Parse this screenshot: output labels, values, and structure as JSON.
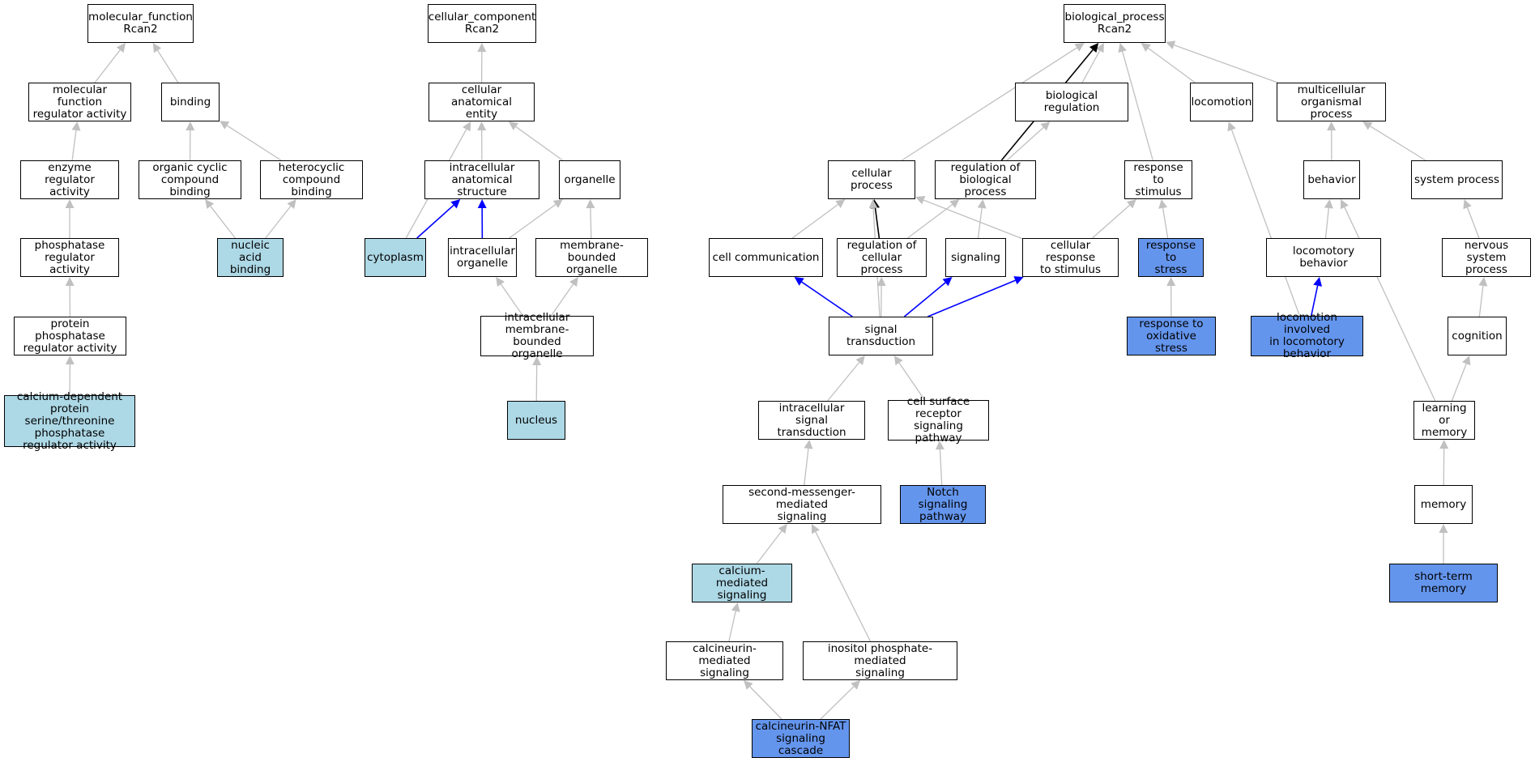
{
  "colors": {
    "default": "#ffffff",
    "light": "#add8e6",
    "dark": "#6495ed",
    "edge_gray": "#c0c0c0",
    "edge_black": "#000000",
    "edge_blue": "#0000ff"
  },
  "nodes": {
    "mf_root": {
      "label": "molecular_function\nRcan2",
      "fill": "default"
    },
    "mf_reg": {
      "label": "molecular function\nregulator activity",
      "fill": "default"
    },
    "binding": {
      "label": "binding",
      "fill": "default"
    },
    "enzyme_reg": {
      "label": "enzyme regulator\nactivity",
      "fill": "default"
    },
    "org_cyclic": {
      "label": "organic cyclic\ncompound binding",
      "fill": "default"
    },
    "heterocyclic": {
      "label": "heterocyclic\ncompound binding",
      "fill": "default"
    },
    "phosphatase_reg": {
      "label": "phosphatase\nregulator activity",
      "fill": "default"
    },
    "nucleic_acid": {
      "label": "nucleic acid\nbinding",
      "fill": "light"
    },
    "protein_phos_reg": {
      "label": "protein phosphatase\nregulator activity",
      "fill": "default"
    },
    "calcium_dep": {
      "label": "calcium-dependent\nprotein serine/threonine\nphosphatase\nregulator activity",
      "fill": "light"
    },
    "cc_root": {
      "label": "cellular_component\nRcan2",
      "fill": "default"
    },
    "cell_anat": {
      "label": "cellular anatomical\nentity",
      "fill": "default"
    },
    "ic_anat": {
      "label": "intracellular\nanatomical structure",
      "fill": "default"
    },
    "organelle": {
      "label": "organelle",
      "fill": "default"
    },
    "cytoplasm": {
      "label": "cytoplasm",
      "fill": "light"
    },
    "ic_organelle": {
      "label": "intracellular\norganelle",
      "fill": "default"
    },
    "mem_organelle": {
      "label": "membrane-bounded\norganelle",
      "fill": "default"
    },
    "ic_mem_organelle": {
      "label": "intracellular\nmembrane-bounded\norganelle",
      "fill": "default"
    },
    "nucleus": {
      "label": "nucleus",
      "fill": "light"
    },
    "bp_root": {
      "label": "biological_process\nRcan2",
      "fill": "default"
    },
    "bio_reg": {
      "label": "biological regulation",
      "fill": "default"
    },
    "locomotion": {
      "label": "locomotion",
      "fill": "default"
    },
    "multicell": {
      "label": "multicellular\norganismal process",
      "fill": "default"
    },
    "cell_proc": {
      "label": "cellular process",
      "fill": "default"
    },
    "reg_bio_proc": {
      "label": "regulation of\nbiological process",
      "fill": "default"
    },
    "resp_stim": {
      "label": "response to\nstimulus",
      "fill": "default"
    },
    "behavior": {
      "label": "behavior",
      "fill": "default"
    },
    "system_proc": {
      "label": "system process",
      "fill": "default"
    },
    "cell_comm": {
      "label": "cell communication",
      "fill": "default"
    },
    "reg_cell_proc": {
      "label": "regulation of\ncellular process",
      "fill": "default"
    },
    "signaling": {
      "label": "signaling",
      "fill": "default"
    },
    "cell_resp_stim": {
      "label": "cellular response\nto stimulus",
      "fill": "default"
    },
    "resp_stress": {
      "label": "response to\nstress",
      "fill": "dark"
    },
    "loco_behavior": {
      "label": "locomotory behavior",
      "fill": "default"
    },
    "nervous_sys": {
      "label": "nervous system\nprocess",
      "fill": "default"
    },
    "sig_trans": {
      "label": "signal transduction",
      "fill": "default"
    },
    "resp_ox_stress": {
      "label": "response to\noxidative stress",
      "fill": "dark"
    },
    "loco_involved": {
      "label": "locomotion involved\nin locomotory\nbehavior",
      "fill": "dark"
    },
    "cognition": {
      "label": "cognition",
      "fill": "default"
    },
    "ic_sig_trans": {
      "label": "intracellular\nsignal transduction",
      "fill": "default"
    },
    "cell_surface": {
      "label": "cell surface\nreceptor signaling\npathway",
      "fill": "default"
    },
    "learn_mem": {
      "label": "learning or\nmemory",
      "fill": "default"
    },
    "second_msg": {
      "label": "second-messenger-mediated\nsignaling",
      "fill": "default"
    },
    "notch": {
      "label": "Notch signaling\npathway",
      "fill": "dark"
    },
    "memory": {
      "label": "memory",
      "fill": "default"
    },
    "calcium_med": {
      "label": "calcium-mediated\nsignaling",
      "fill": "light"
    },
    "short_mem": {
      "label": "short-term memory",
      "fill": "dark"
    },
    "calcineurin_med": {
      "label": "calcineurin-mediated\nsignaling",
      "fill": "default"
    },
    "inositol": {
      "label": "inositol phosphate-mediated\nsignaling",
      "fill": "default"
    },
    "calcineurin_nfat": {
      "label": "calcineurin-NFAT\nsignaling cascade",
      "fill": "dark"
    }
  },
  "edges": [
    {
      "from": "mf_reg",
      "to": "mf_root",
      "color": "edge_gray"
    },
    {
      "from": "binding",
      "to": "mf_root",
      "color": "edge_gray"
    },
    {
      "from": "enzyme_reg",
      "to": "mf_reg",
      "color": "edge_gray"
    },
    {
      "from": "org_cyclic",
      "to": "binding",
      "color": "edge_gray"
    },
    {
      "from": "heterocyclic",
      "to": "binding",
      "color": "edge_gray"
    },
    {
      "from": "phosphatase_reg",
      "to": "enzyme_reg",
      "color": "edge_gray"
    },
    {
      "from": "nucleic_acid",
      "to": "org_cyclic",
      "color": "edge_gray"
    },
    {
      "from": "nucleic_acid",
      "to": "heterocyclic",
      "color": "edge_gray"
    },
    {
      "from": "protein_phos_reg",
      "to": "phosphatase_reg",
      "color": "edge_gray"
    },
    {
      "from": "calcium_dep",
      "to": "protein_phos_reg",
      "color": "edge_gray"
    },
    {
      "from": "cell_anat",
      "to": "cc_root",
      "color": "edge_gray"
    },
    {
      "from": "ic_anat",
      "to": "cell_anat",
      "color": "edge_gray"
    },
    {
      "from": "organelle",
      "to": "cell_anat",
      "color": "edge_gray"
    },
    {
      "from": "cytoplasm",
      "to": "cell_anat",
      "color": "edge_gray"
    },
    {
      "from": "cytoplasm",
      "to": "ic_anat",
      "color": "edge_blue"
    },
    {
      "from": "ic_organelle",
      "to": "ic_anat",
      "color": "edge_blue"
    },
    {
      "from": "ic_organelle",
      "to": "organelle",
      "color": "edge_gray"
    },
    {
      "from": "mem_organelle",
      "to": "organelle",
      "color": "edge_gray"
    },
    {
      "from": "ic_mem_organelle",
      "to": "ic_organelle",
      "color": "edge_gray"
    },
    {
      "from": "ic_mem_organelle",
      "to": "mem_organelle",
      "color": "edge_gray"
    },
    {
      "from": "nucleus",
      "to": "ic_mem_organelle",
      "color": "edge_gray"
    },
    {
      "from": "bio_reg",
      "to": "bp_root",
      "color": "edge_gray"
    },
    {
      "from": "locomotion",
      "to": "bp_root",
      "color": "edge_gray"
    },
    {
      "from": "multicell",
      "to": "bp_root",
      "color": "edge_gray"
    },
    {
      "from": "cell_proc",
      "to": "bp_root",
      "color": "edge_gray"
    },
    {
      "from": "reg_bio_proc",
      "to": "bp_root",
      "color": "edge_black"
    },
    {
      "from": "reg_bio_proc",
      "to": "bio_reg",
      "color": "edge_gray"
    },
    {
      "from": "resp_stim",
      "to": "bp_root",
      "color": "edge_gray"
    },
    {
      "from": "behavior",
      "to": "multicell",
      "color": "edge_gray"
    },
    {
      "from": "system_proc",
      "to": "multicell",
      "color": "edge_gray"
    },
    {
      "from": "cell_comm",
      "to": "cell_proc",
      "color": "edge_gray"
    },
    {
      "from": "reg_cell_proc",
      "to": "cell_proc",
      "color": "edge_black"
    },
    {
      "from": "reg_cell_proc",
      "to": "reg_bio_proc",
      "color": "edge_gray"
    },
    {
      "from": "signaling",
      "to": "reg_bio_proc",
      "color": "edge_gray"
    },
    {
      "from": "cell_resp_stim",
      "to": "cell_proc",
      "color": "edge_gray"
    },
    {
      "from": "cell_resp_stim",
      "to": "resp_stim",
      "color": "edge_gray"
    },
    {
      "from": "resp_stress",
      "to": "resp_stim",
      "color": "edge_gray"
    },
    {
      "from": "loco_behavior",
      "to": "behavior",
      "color": "edge_gray"
    },
    {
      "from": "nervous_sys",
      "to": "system_proc",
      "color": "edge_gray"
    },
    {
      "from": "sig_trans",
      "to": "cell_proc",
      "color": "edge_gray"
    },
    {
      "from": "sig_trans",
      "to": "cell_comm",
      "color": "edge_blue"
    },
    {
      "from": "sig_trans",
      "to": "reg_cell_proc",
      "color": "edge_gray"
    },
    {
      "from": "sig_trans",
      "to": "signaling",
      "color": "edge_blue"
    },
    {
      "from": "sig_trans",
      "to": "cell_resp_stim",
      "color": "edge_blue"
    },
    {
      "from": "resp_ox_stress",
      "to": "resp_stress",
      "color": "edge_gray"
    },
    {
      "from": "loco_involved",
      "to": "locomotion",
      "color": "edge_gray"
    },
    {
      "from": "loco_involved",
      "to": "loco_behavior",
      "color": "edge_blue"
    },
    {
      "from": "cognition",
      "to": "nervous_sys",
      "color": "edge_gray"
    },
    {
      "from": "ic_sig_trans",
      "to": "sig_trans",
      "color": "edge_gray"
    },
    {
      "from": "cell_surface",
      "to": "sig_trans",
      "color": "edge_gray"
    },
    {
      "from": "learn_mem",
      "to": "behavior",
      "color": "edge_gray"
    },
    {
      "from": "learn_mem",
      "to": "cognition",
      "color": "edge_gray"
    },
    {
      "from": "second_msg",
      "to": "ic_sig_trans",
      "color": "edge_gray"
    },
    {
      "from": "notch",
      "to": "cell_surface",
      "color": "edge_gray"
    },
    {
      "from": "memory",
      "to": "learn_mem",
      "color": "edge_gray"
    },
    {
      "from": "calcium_med",
      "to": "second_msg",
      "color": "edge_gray"
    },
    {
      "from": "short_mem",
      "to": "memory",
      "color": "edge_gray"
    },
    {
      "from": "calcineurin_med",
      "to": "calcium_med",
      "color": "edge_gray"
    },
    {
      "from": "inositol",
      "to": "second_msg",
      "color": "edge_gray"
    },
    {
      "from": "calcineurin_nfat",
      "to": "calcineurin_med",
      "color": "edge_gray"
    },
    {
      "from": "calcineurin_nfat",
      "to": "inositol",
      "color": "edge_gray"
    }
  ]
}
